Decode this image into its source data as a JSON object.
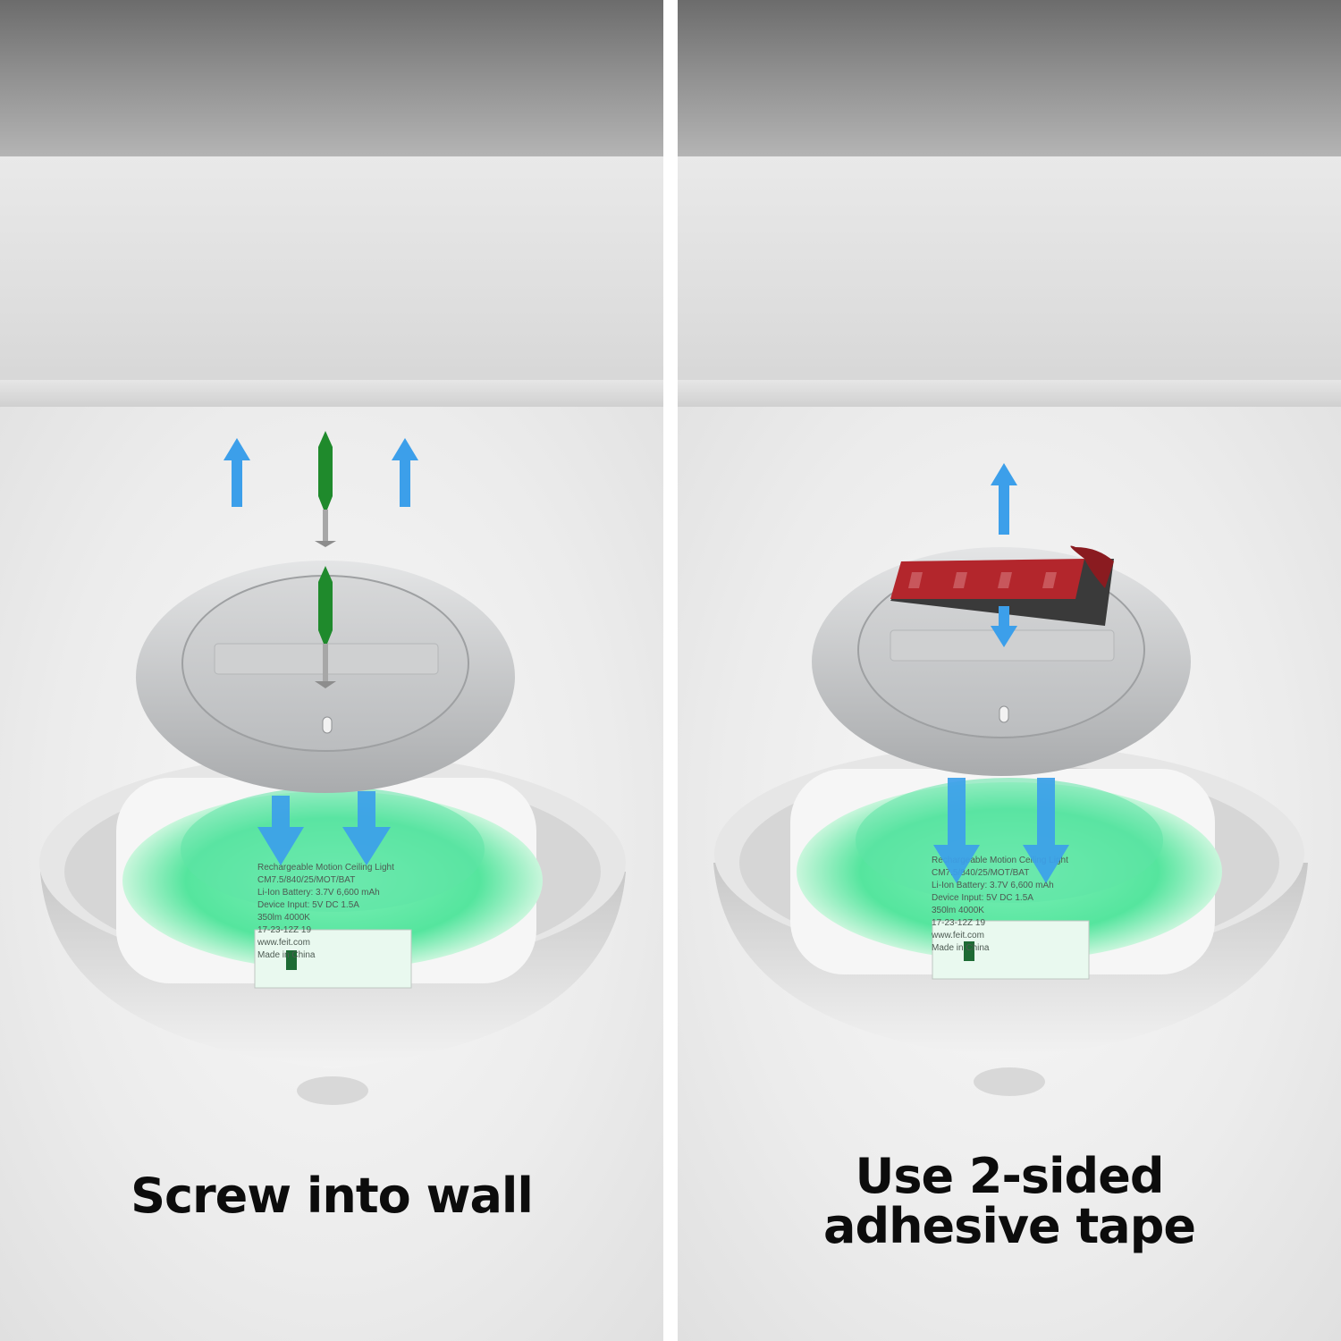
{
  "panels": [
    {
      "caption": "Screw into wall",
      "label_lines": [
        "Rechargeable Motion Ceiling Light",
        "CM7.5/840/25/MOT/BAT",
        "Li-Ion Battery: 3.7V 6,600 mAh",
        "Device Input: 5V DC 1.5A",
        "350lm 4000K",
        "17-23-12Z  19",
        "www.feit.com",
        "Made in China"
      ]
    },
    {
      "caption_lines": [
        "Use 2-sided",
        "adhesive tape"
      ],
      "label_lines": [
        "Rechargeable Motion Ceiling Light",
        "CM7.5/840/25/MOT/BAT",
        "Li-Ion Battery: 3.7V 6,600 mAh",
        "Device Input: 5V DC 1.5A",
        "350lm 4000K",
        "17-23-12Z  19",
        "www.feit.com",
        "Made in China"
      ]
    }
  ],
  "colors": {
    "arrow": "#3c9fea",
    "anchor": "#1f8a2c",
    "glow": "#4fe59a",
    "tape_red": "#b3262c",
    "plate": "#c9cbcc"
  }
}
